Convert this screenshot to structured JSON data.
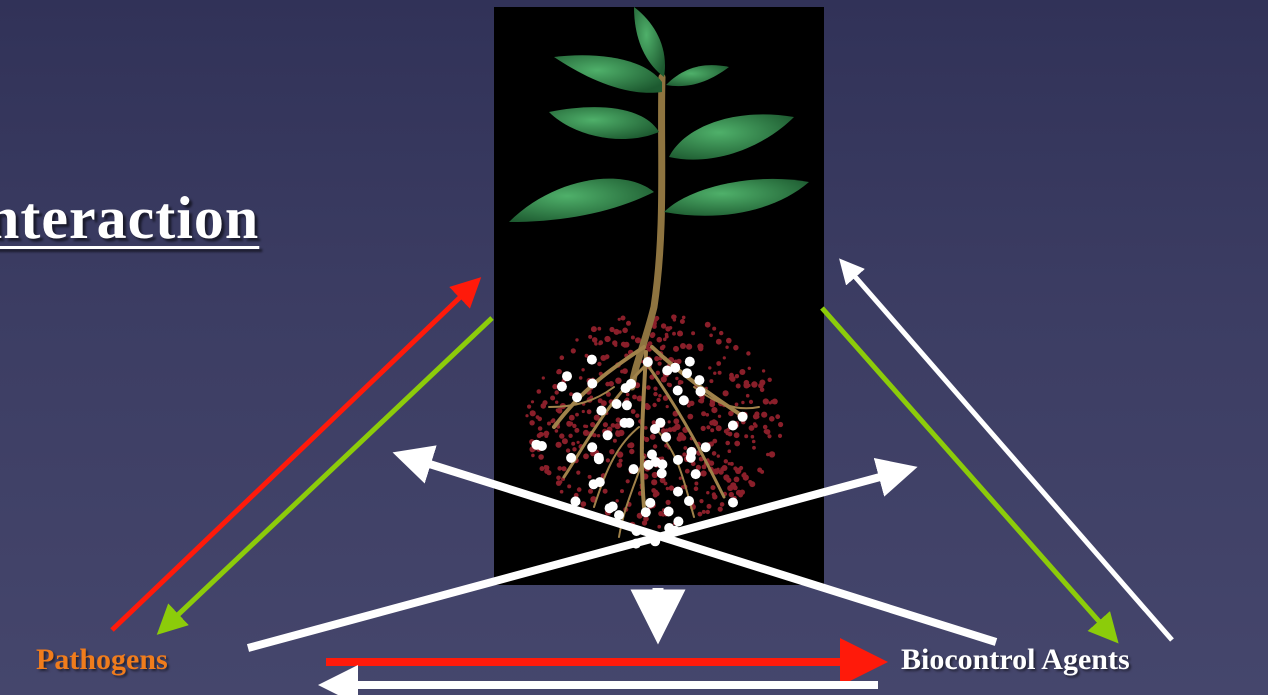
{
  "title": "nteraction",
  "labels": {
    "pathogens": "Pathogens",
    "biocontrol_agents": "Biocontrol Agents"
  },
  "colors": {
    "background": "#3a3b61",
    "pathogens_label": "#f07c1c",
    "arrow_red": "#ff1a0a",
    "arrow_green": "#8ccc0a",
    "arrow_white": "#ffffff",
    "plant_panel": "#000000",
    "leaf": "#2f8a48",
    "root": "#a0824a",
    "soil_dots": "#8a1f2a"
  },
  "icons": {
    "plant": "plant-with-roots-image"
  }
}
